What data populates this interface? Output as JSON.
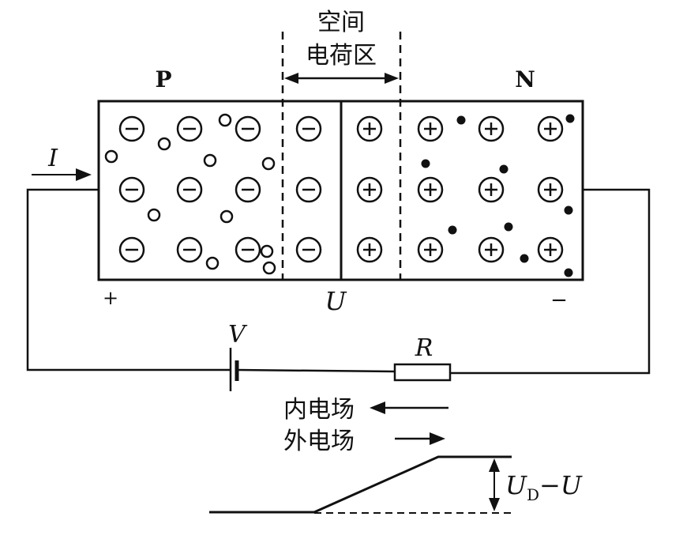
{
  "labels": {
    "depletion_line1": "空间",
    "depletion_line2": "电荷区",
    "p_region": "P",
    "n_region": "N",
    "current": "I",
    "plus_terminal": "+",
    "minus_terminal": "−",
    "junction_voltage": "U",
    "source_voltage": "V",
    "resistor": "R",
    "internal_field": "内电场",
    "external_field": "外电场",
    "barrier_u": "U",
    "barrier_sub": "D",
    "barrier_rest": "−U"
  },
  "symbols": {
    "negative_ion": "⊖",
    "positive_ion": "⊕"
  },
  "colors": {
    "ink": "#111111",
    "background": "#ffffff"
  }
}
